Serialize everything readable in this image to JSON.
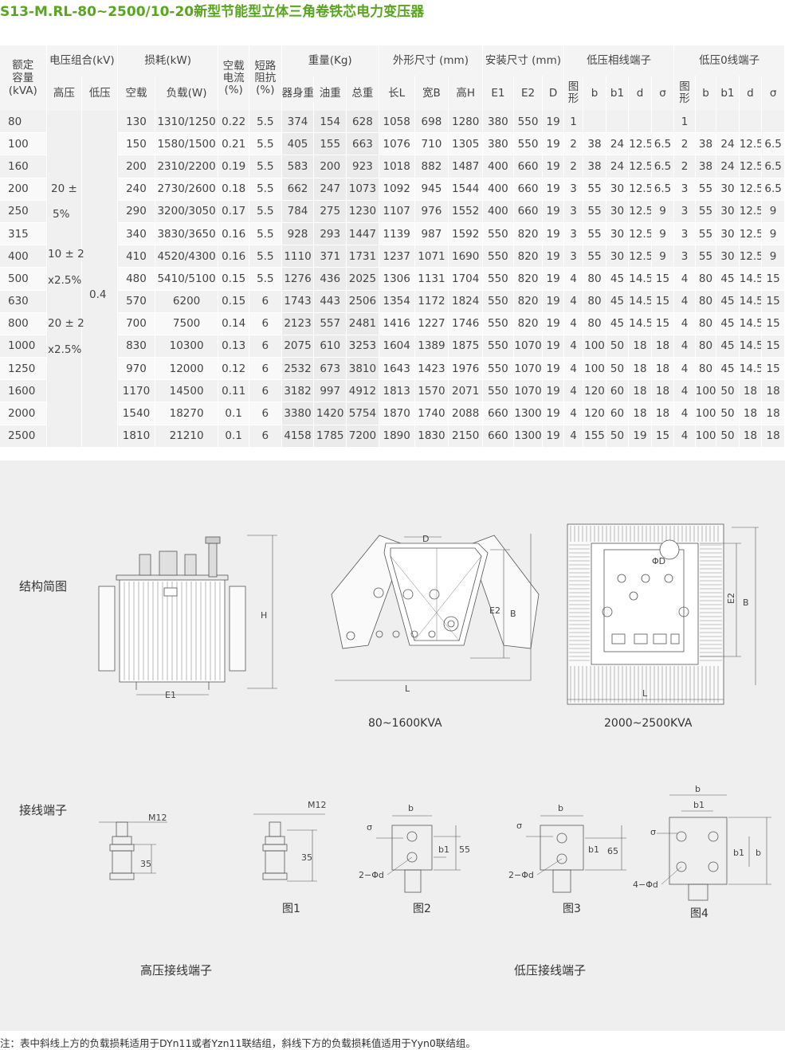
{
  "title": "S13-M.RL-80~2500/10-20新型节能型立体三角卷铁芯电力变压器",
  "table": {
    "headers": {
      "rated_capacity": [
        "额定",
        "容量",
        "(kVA)"
      ],
      "voltage_combo": "电压组合(kV)",
      "high": "高压",
      "low": "低压",
      "loss": "损耗(kW)",
      "noload": "空载",
      "load": "负载(W)",
      "noload_current": [
        "空载",
        "电流",
        "(%)"
      ],
      "impedance": [
        "短路",
        "阻抗",
        "(%)"
      ],
      "weight": "重量(Kg)",
      "body": "器身重",
      "oil": "油重",
      "total": "总重",
      "dims": "外形尺寸 (mm)",
      "len": "长L",
      "wid": "宽B",
      "hgt": "高H",
      "mount": "安装尺寸 (mm)",
      "e1": "E1",
      "e2": "E2",
      "d": "D",
      "lv_phase": "低压相线端子",
      "lv_zero": "低压0线端子",
      "fig": [
        "图",
        "形"
      ],
      "b": "b",
      "b1": "b1",
      "dd": "d",
      "sigma": "σ"
    },
    "hv_values": [
      "20 ±",
      "5%",
      "10 ± 2",
      "x2.5%",
      "20 ± 2",
      "x2.5%"
    ],
    "lv_value": "0.4",
    "rows": [
      [
        "80",
        "130",
        "1310/1250",
        "0.22",
        "5.5",
        "374",
        "154",
        "628",
        "1058",
        "698",
        "1280",
        "380",
        "550",
        "19",
        "1",
        "",
        "",
        "",
        "",
        "1",
        "",
        "",
        "",
        ""
      ],
      [
        "100",
        "150",
        "1580/1500",
        "0.21",
        "5.5",
        "405",
        "155",
        "663",
        "1076",
        "710",
        "1305",
        "380",
        "550",
        "19",
        "2",
        "38",
        "24",
        "12.5",
        "6.5",
        "2",
        "38",
        "24",
        "12.5",
        "6.5"
      ],
      [
        "160",
        "200",
        "2310/2200",
        "0.19",
        "5.5",
        "583",
        "200",
        "923",
        "1018",
        "882",
        "1487",
        "400",
        "660",
        "19",
        "2",
        "38",
        "24",
        "12.5",
        "6.5",
        "2",
        "38",
        "24",
        "12.5",
        "6.5"
      ],
      [
        "200",
        "240",
        "2730/2600",
        "0.18",
        "5.5",
        "662",
        "247",
        "1073",
        "1092",
        "945",
        "1544",
        "400",
        "660",
        "19",
        "3",
        "55",
        "30",
        "12.5",
        "6.5",
        "3",
        "55",
        "30",
        "12.5",
        "6.5"
      ],
      [
        "250",
        "290",
        "3200/3050",
        "0.17",
        "5.5",
        "784",
        "275",
        "1230",
        "1107",
        "976",
        "1552",
        "400",
        "660",
        "19",
        "3",
        "55",
        "30",
        "12.5",
        "9",
        "3",
        "55",
        "30",
        "12.5",
        "9"
      ],
      [
        "315",
        "340",
        "3830/3650",
        "0.16",
        "5.5",
        "928",
        "293",
        "1447",
        "1139",
        "987",
        "1592",
        "550",
        "820",
        "19",
        "3",
        "55",
        "30",
        "12.5",
        "9",
        "3",
        "55",
        "30",
        "12.5",
        "9"
      ],
      [
        "400",
        "410",
        "4520/4300",
        "0.16",
        "5.5",
        "1110",
        "371",
        "1731",
        "1237",
        "1071",
        "1690",
        "550",
        "820",
        "19",
        "3",
        "55",
        "30",
        "12.5",
        "9",
        "3",
        "55",
        "30",
        "12.5",
        "9"
      ],
      [
        "500",
        "480",
        "5410/5100",
        "0.15",
        "5.5",
        "1276",
        "436",
        "2025",
        "1306",
        "1131",
        "1704",
        "550",
        "820",
        "19",
        "4",
        "80",
        "45",
        "14.5",
        "15",
        "4",
        "80",
        "45",
        "14.5",
        "15"
      ],
      [
        "630",
        "570",
        "6200",
        "0.15",
        "6",
        "1743",
        "443",
        "2506",
        "1354",
        "1172",
        "1824",
        "550",
        "820",
        "19",
        "4",
        "80",
        "45",
        "14.5",
        "15",
        "4",
        "80",
        "45",
        "14.5",
        "15"
      ],
      [
        "800",
        "700",
        "7500",
        "0.14",
        "6",
        "2123",
        "557",
        "2481",
        "1416",
        "1227",
        "1746",
        "550",
        "820",
        "19",
        "4",
        "80",
        "45",
        "14.5",
        "15",
        "4",
        "80",
        "45",
        "14.5",
        "15"
      ],
      [
        "1000",
        "830",
        "10300",
        "0.13",
        "6",
        "2075",
        "610",
        "3253",
        "1604",
        "1389",
        "1875",
        "550",
        "1070",
        "19",
        "4",
        "100",
        "50",
        "18",
        "18",
        "4",
        "80",
        "45",
        "14.5",
        "15"
      ],
      [
        "1250",
        "970",
        "12000",
        "0.12",
        "6",
        "2532",
        "673",
        "3810",
        "1643",
        "1423",
        "1976",
        "550",
        "1070",
        "19",
        "4",
        "100",
        "50",
        "18",
        "18",
        "4",
        "80",
        "45",
        "14.5",
        "15"
      ],
      [
        "1600",
        "1170",
        "14500",
        "0.11",
        "6",
        "3182",
        "997",
        "4912",
        "1813",
        "1570",
        "2071",
        "550",
        "1070",
        "19",
        "4",
        "120",
        "60",
        "18",
        "18",
        "4",
        "100",
        "50",
        "18",
        "18"
      ],
      [
        "2000",
        "1540",
        "18270",
        "0.1",
        "6",
        "3380",
        "1420",
        "5754",
        "1870",
        "1740",
        "2088",
        "660",
        "1300",
        "19",
        "4",
        "120",
        "60",
        "18",
        "18",
        "4",
        "100",
        "50",
        "18",
        "18"
      ],
      [
        "2500",
        "1810",
        "21210",
        "0.1",
        "6",
        "4158",
        "1785",
        "7200",
        "1890",
        "1830",
        "2150",
        "660",
        "1300",
        "19",
        "4",
        "155",
        "50",
        "19",
        "15",
        "4",
        "100",
        "50",
        "18",
        "18"
      ]
    ]
  },
  "drawings": {
    "structure_label": "结构简图",
    "terminal_label": "接线端子",
    "cap_small": "80~1600KVA",
    "cap_large": "2000~2500KVA",
    "dim_H": "H",
    "dim_E1": "E1",
    "dim_D": "D",
    "dim_E2": "E2",
    "dim_B": "B",
    "dim_L": "L",
    "dim_phiD": "ΦD",
    "m12": "M12",
    "d35": "35",
    "fig1": "图1",
    "fig2": "图2",
    "fig3": "图3",
    "fig4": "图4",
    "sigma": "σ",
    "b": "b",
    "b1": "b1",
    "d55": "55",
    "d65": "65",
    "hole2": "2−Φd",
    "hole4": "4−Φd",
    "hv_terminal": "高压接线端子",
    "lv_terminal": "低压接线端子"
  },
  "note": "注：表中斜线上方的负载损耗适用于DYn11或者Yzn11联结组，斜线下方的负载损耗值适用于Yyn0联结组。"
}
